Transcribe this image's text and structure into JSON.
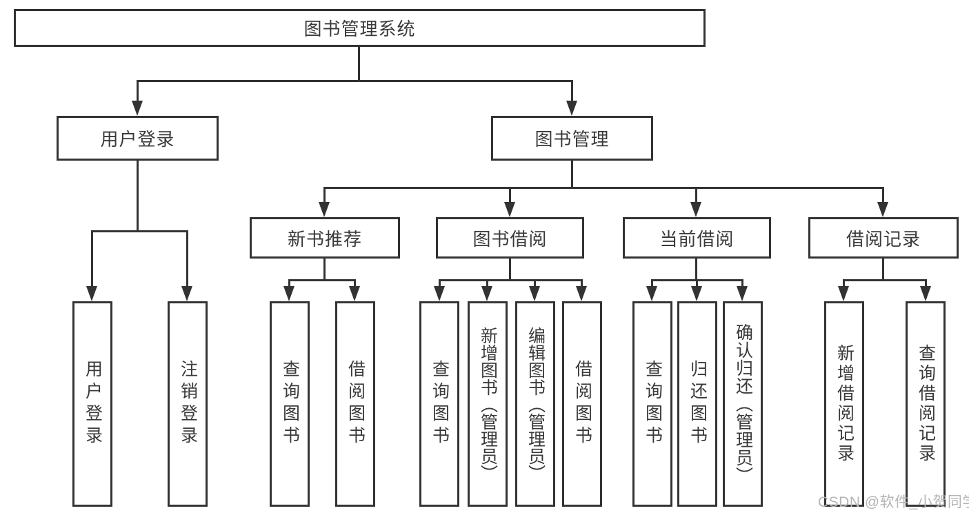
{
  "nodes": {
    "root": "图书管理系统",
    "user_login": "用户登录",
    "book_mgmt": "图书管理",
    "new_book_rec": "新书推荐",
    "book_borrow": "图书借阅",
    "current_borrow": "当前借阅",
    "borrow_record": "借阅记录"
  },
  "leaves": {
    "user_login_leaf": "用户登录",
    "logout_leaf": "注销登录",
    "nb_query_book": "查询图书",
    "nb_borrow_book": "借阅图书",
    "bb_query_book": "查询图书",
    "bb_add_book_admin": "新增图书（管理员）",
    "bb_edit_book_admin": "编辑图书（管理员）",
    "bb_borrow_book": "借阅图书",
    "cb_query_book": "查询图书",
    "cb_return_book": "归还图书",
    "cb_confirm_return_admin": "确认归还（管理员）",
    "br_add_record": "新增借阅记录",
    "br_query_record": "查询借阅记录"
  },
  "watermark": "CSDN @软件_小贺同学",
  "colors": {
    "line": "#333333",
    "text": "#3a3a3a",
    "watermark": "#b5b5b5",
    "background": "#ffffff"
  }
}
